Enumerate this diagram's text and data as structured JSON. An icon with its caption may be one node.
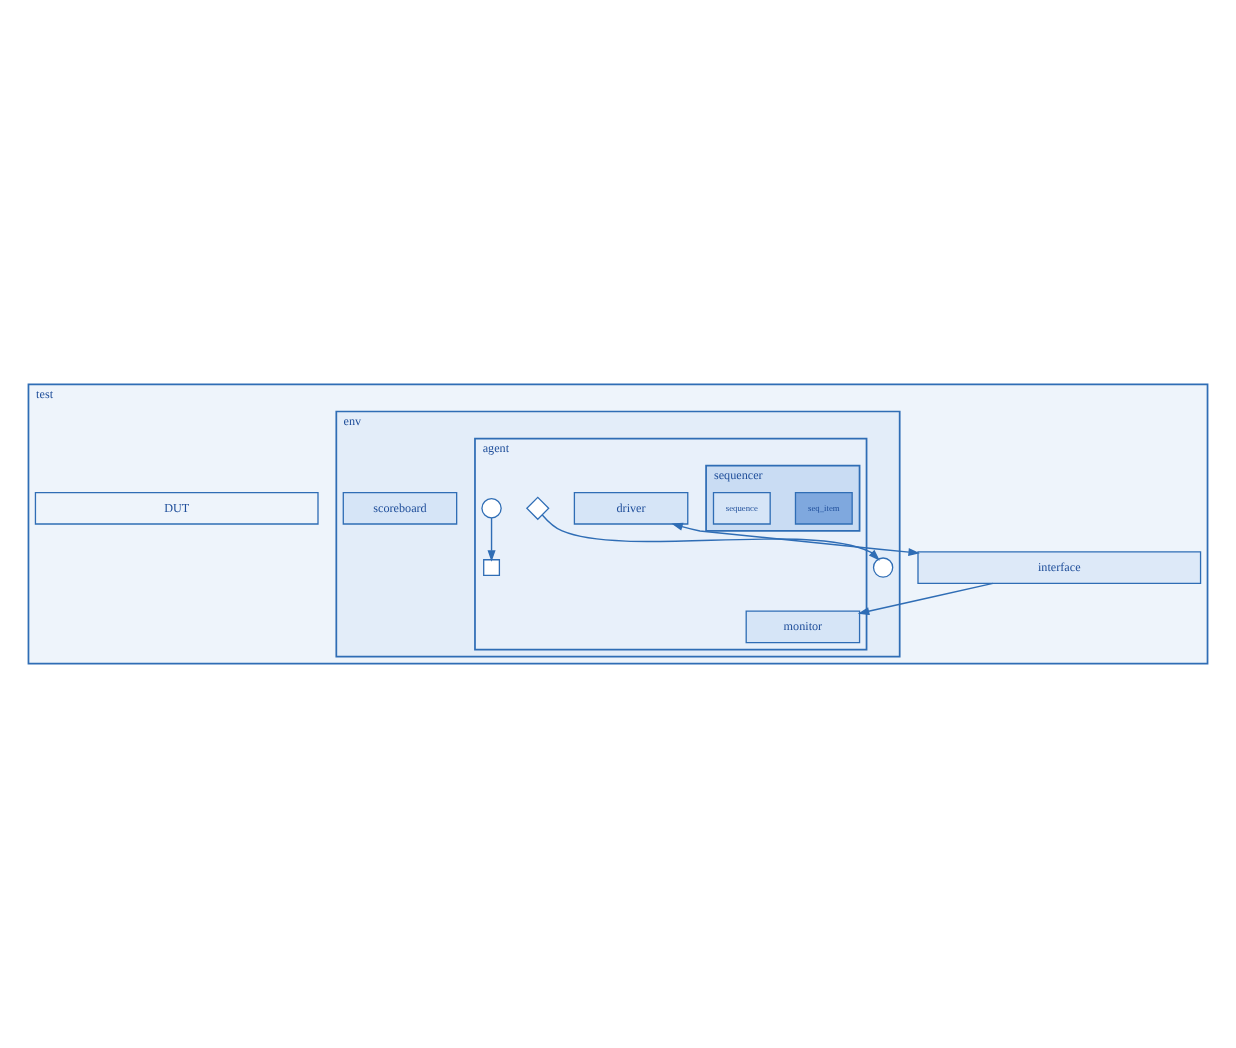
{
  "diagram": {
    "nodes": [
      {
        "text": [
          "test"
        ]
      },
      {
        "text": [
          "env"
        ],
        "in": 0
      },
      {
        "text": [
          "scoreboard"
        ],
        "in": 1
      },
      {
        "text": [],
        "shape": "circle",
        "in": 1
      },
      {
        "text": [
          "agent"
        ],
        "in": 1
      },
      {
        "text": [
          "sequencer"
        ],
        "in": 4
      },
      {
        "text": [
          "seq_item"
        ],
        "in": 5
      },
      {
        "text": [
          "sequence"
        ],
        "in": 5
      },
      {
        "text": [],
        "shape": "circle",
        "in": 4
      },
      {
        "text": [],
        "shape": "box",
        "in": 4
      },
      {
        "text": [
          "monitor"
        ],
        "in": 4
      },
      {
        "text": [],
        "shape": "diamond",
        "in": 4
      },
      {
        "text": [
          "driver"
        ],
        "in": 4
      },
      {
        "text": [
          "interface"
        ],
        "in": 0
      },
      {
        "text": [
          "DUT"
        ],
        "in": 0
      }
    ],
    "edges": [
      {
        "from": 11,
        "to": 3,
        "arrow": "to"
      },
      {
        "from": 8,
        "to": 9,
        "arrow": "to"
      },
      {
        "from": 13,
        "to": 10,
        "arrow": "to"
      },
      {
        "from": 12,
        "to": 13,
        "arrow": "both"
      }
    ]
  }
}
